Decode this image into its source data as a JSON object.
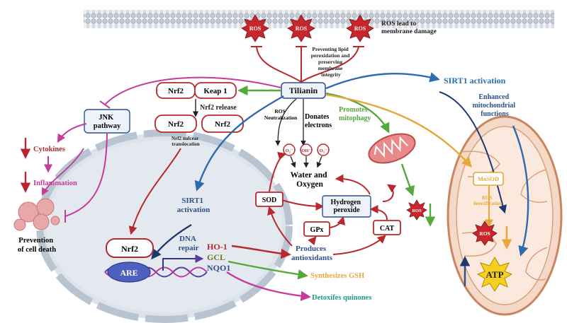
{
  "labels": {
    "ros": "ROS",
    "ros_membrane": [
      "ROS lead to",
      "membrane damage"
    ],
    "lipid": [
      "Preventing lipid",
      "peroxidation and",
      "preserving",
      "membrane",
      "integrity"
    ],
    "tilianin": "Tilianin",
    "nrf2": "Nrf2",
    "keap1": "Keap 1",
    "nrf2_release": "Nrf2 release",
    "nrf2_translocation": [
      "Nrf2 nulcear",
      "translocation"
    ],
    "jnk": [
      "JNK",
      "pathway"
    ],
    "cytokines": "Cytokines",
    "inflammation": "Inflammation",
    "prevention": [
      "Prevention",
      "of cell death"
    ],
    "ros_neutralization": [
      "ROS",
      "Neutralization"
    ],
    "donates_electrons": [
      "Donates",
      "electrons"
    ],
    "promotes_mitophagy": [
      "Promotes",
      "mitophagy"
    ],
    "o2": "O₂⁻",
    "oh": "OH⁻",
    "o2b": "O₂⁻",
    "water_oxygen": [
      "Water and",
      "Oxygen"
    ],
    "sod": "SOD",
    "hydrogen_peroxide": [
      "Hydrogen",
      "peroxide"
    ],
    "gpx": "GPx",
    "cat": "CAT",
    "sirt1_activation_nucleus": [
      "SIRT1",
      "activation"
    ],
    "dna_repair": [
      "DNA",
      "repair"
    ],
    "are": "ARE",
    "ho1": "HO-1",
    "gcl": "GCL",
    "nqo1": "NQO1",
    "produces_antioxidants": [
      "Produces",
      "antioxidants"
    ],
    "synthesizes_gsh": "Synthesizes GSH",
    "detoxifies_quinones": "Detoxifes quinones",
    "sirt1_activation": "SIRT1 activation",
    "enhanced_mito": [
      "Enhanced",
      "mitochondrial",
      "functions"
    ],
    "masod": "MnSOD",
    "ros_detox": [
      "ROS",
      "detoxification"
    ],
    "atp": "ATP"
  },
  "colors": {
    "red": "#b8282d",
    "green": "#55a83a",
    "blue": "#2c6cae",
    "darkblue": "#2f4f8a",
    "navy": "#1d3a6e",
    "magenta": "#c63a9a",
    "orange": "#e8a838",
    "teal": "#1b9a8e",
    "purple": "#5a3da0"
  }
}
